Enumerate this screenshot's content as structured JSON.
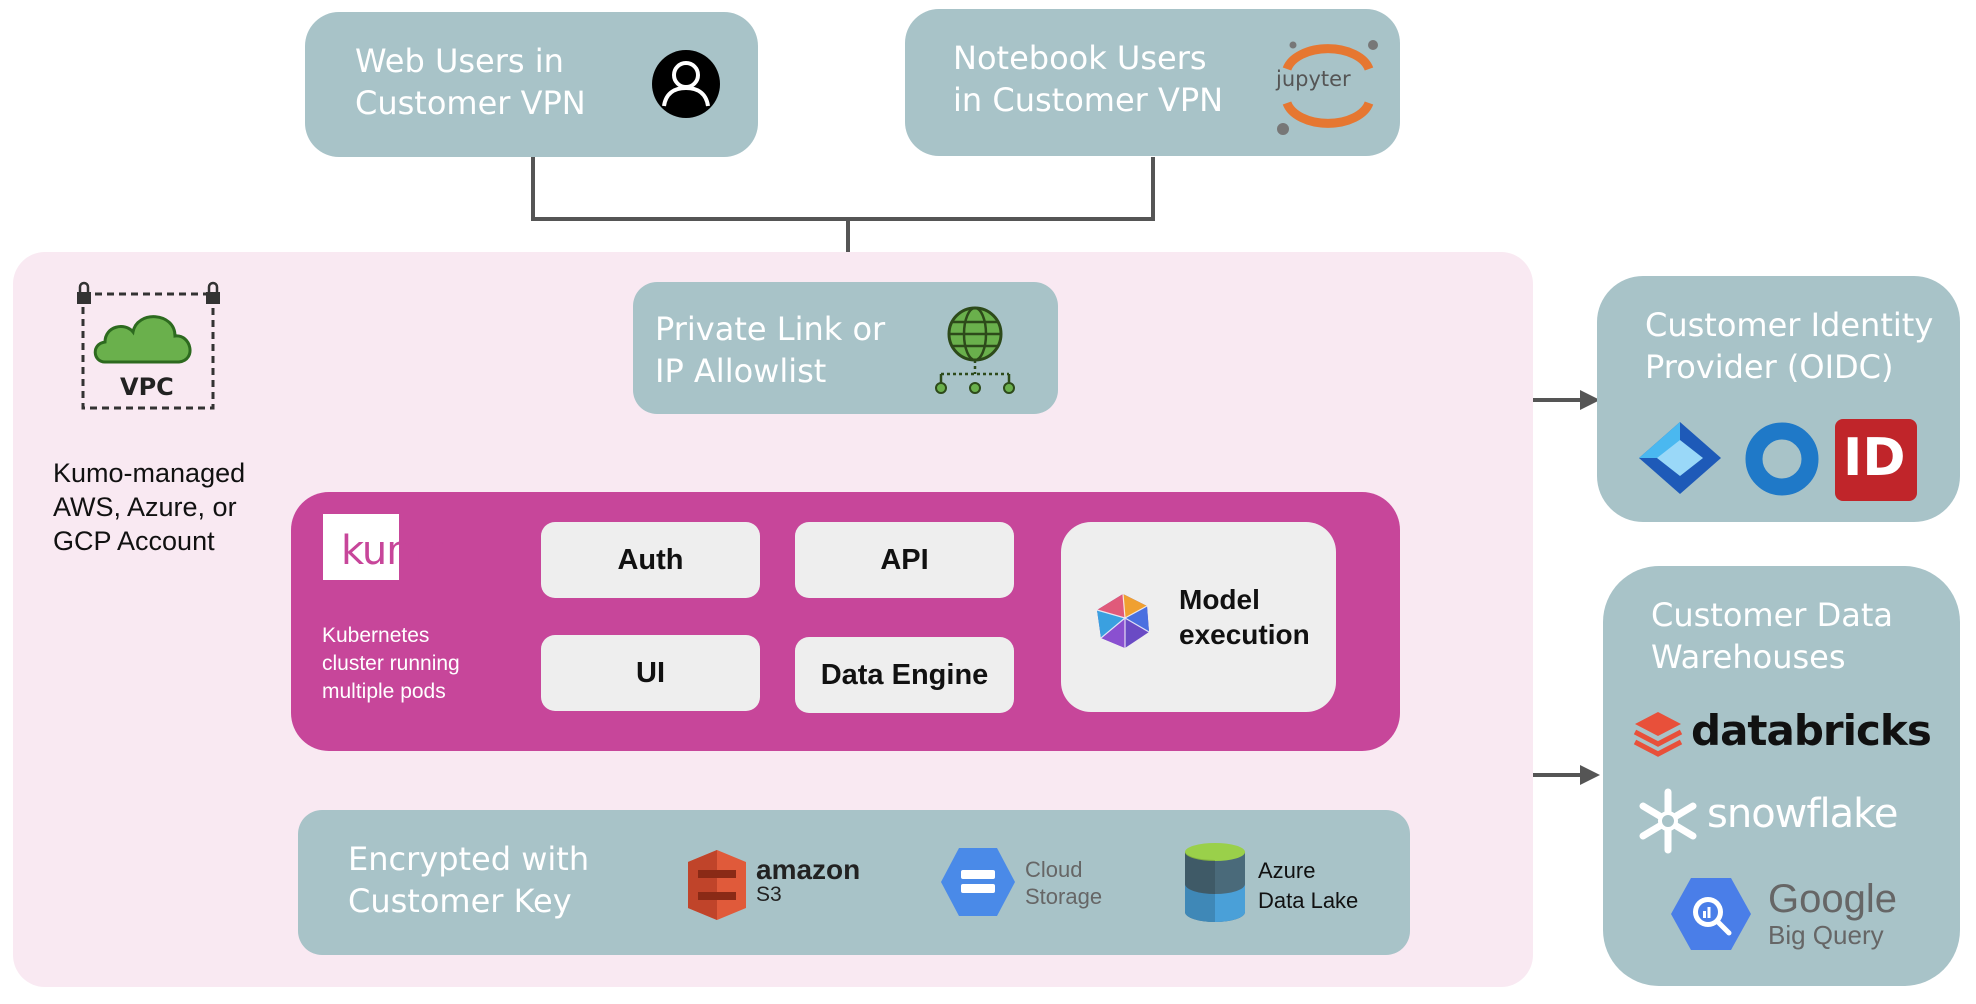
{
  "web_users": {
    "line1": "Web Users in",
    "line2": "Customer VPN"
  },
  "notebook_users": {
    "line1": "Notebook Users",
    "line2": "in Customer VPN",
    "logo_text": "jupyter"
  },
  "vpc": {
    "label": "VPC",
    "account_line1": "Kumo-managed",
    "account_line2": "AWS, Azure, or",
    "account_line3": "GCP Account"
  },
  "private_link": {
    "line1": "Private Link or",
    "line2": "IP Allowlist",
    "icon": "globe-network-icon"
  },
  "kumo": {
    "logo_text": "kumo",
    "desc_line1": "Kubernetes",
    "desc_line2": "cluster running",
    "desc_line3": "multiple pods",
    "pods": {
      "auth": "Auth",
      "api": "API",
      "ui": "UI",
      "data_engine": "Data Engine"
    },
    "model_line1": "Model",
    "model_line2": "execution"
  },
  "storage": {
    "line1": "Encrypted with",
    "line2": "Customer Key",
    "s3_line1": "amazon",
    "s3_line2": "S3",
    "gcs_line1": "Cloud",
    "gcs_line2": "Storage",
    "adl_line1": "Azure",
    "adl_line2": "Data Lake"
  },
  "identity": {
    "line1": "Customer Identity",
    "line2": "Provider (OIDC)",
    "id_badge": "ID"
  },
  "warehouses": {
    "line1": "Customer Data",
    "line2": "Warehouses",
    "databricks": "databricks",
    "snowflake": "snowflake",
    "google_line1": "Google",
    "google_line2": "Big Query"
  },
  "colors": {
    "slate": "#a8c3c8",
    "pink_bg": "#f9e9f2",
    "kumo_magenta": "#c7469a",
    "arrow": "#555555"
  }
}
